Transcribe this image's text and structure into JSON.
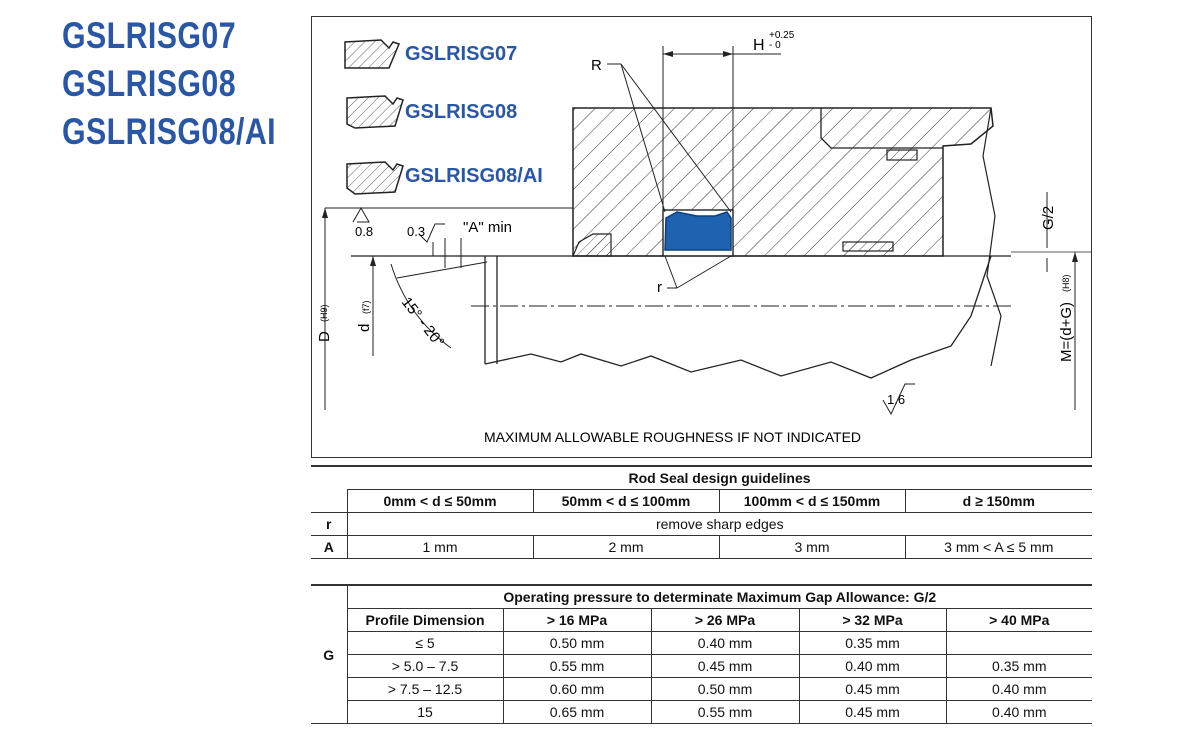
{
  "part_titles": [
    "GSLRISG07",
    "GSLRISG08",
    "GSLRISG08/AI"
  ],
  "profile_labels": [
    "GSLRISG07",
    "GSLRISG08",
    "GSLRISG08/AI"
  ],
  "drawing": {
    "label_R": "R",
    "label_H": "H",
    "h_tol_upper": "+0.25",
    "h_tol_lower": "- 0",
    "label_r": "r",
    "roughness_08": "0.8",
    "roughness_03": "0.3",
    "a_min": "\"A\" min",
    "angle": "15° - 20°",
    "label_D": "D",
    "label_D_tol": "(H9)",
    "label_d": "d",
    "label_d_tol": "(f7)",
    "label_G2": "G/2",
    "label_M": "M=(d+G)",
    "label_M_tol": "(H8)",
    "roughness_16": "1.6",
    "note": "MAXIMUM ALLOWABLE ROUGHNESS IF NOT INDICATED",
    "seal_color": "#1f63b0"
  },
  "rod_seal_table": {
    "title": "Rod Seal design guidelines",
    "columns": [
      "0mm < d ≤ 50mm",
      "50mm < d ≤ 100mm",
      "100mm < d ≤ 150mm",
      "d ≥ 150mm"
    ],
    "row_r": {
      "label": "r",
      "value": "remove sharp edges"
    },
    "row_A": {
      "label": "A",
      "values": [
        "1 mm",
        "2 mm",
        "3 mm",
        "3 mm < A ≤ 5 mm"
      ]
    }
  },
  "gap_table": {
    "row_label": "G",
    "title": "Operating pressure to determinate Maximum Gap Allowance: G/2",
    "columns": [
      "Profile Dimension",
      "> 16 MPa",
      "> 26 MPa",
      "> 32 MPa",
      "> 40 MPa"
    ],
    "rows": [
      [
        "≤ 5",
        "0.50 mm",
        "0.40 mm",
        "0.35 mm",
        ""
      ],
      [
        "> 5.0 – 7.5",
        "0.55 mm",
        "0.45 mm",
        "0.40 mm",
        "0.35 mm"
      ],
      [
        "> 7.5 – 12.5",
        "0.60 mm",
        "0.50 mm",
        "0.45 mm",
        "0.40 mm"
      ],
      [
        "15",
        "0.65 mm",
        "0.55 mm",
        "0.45 mm",
        "0.40 mm"
      ]
    ]
  }
}
